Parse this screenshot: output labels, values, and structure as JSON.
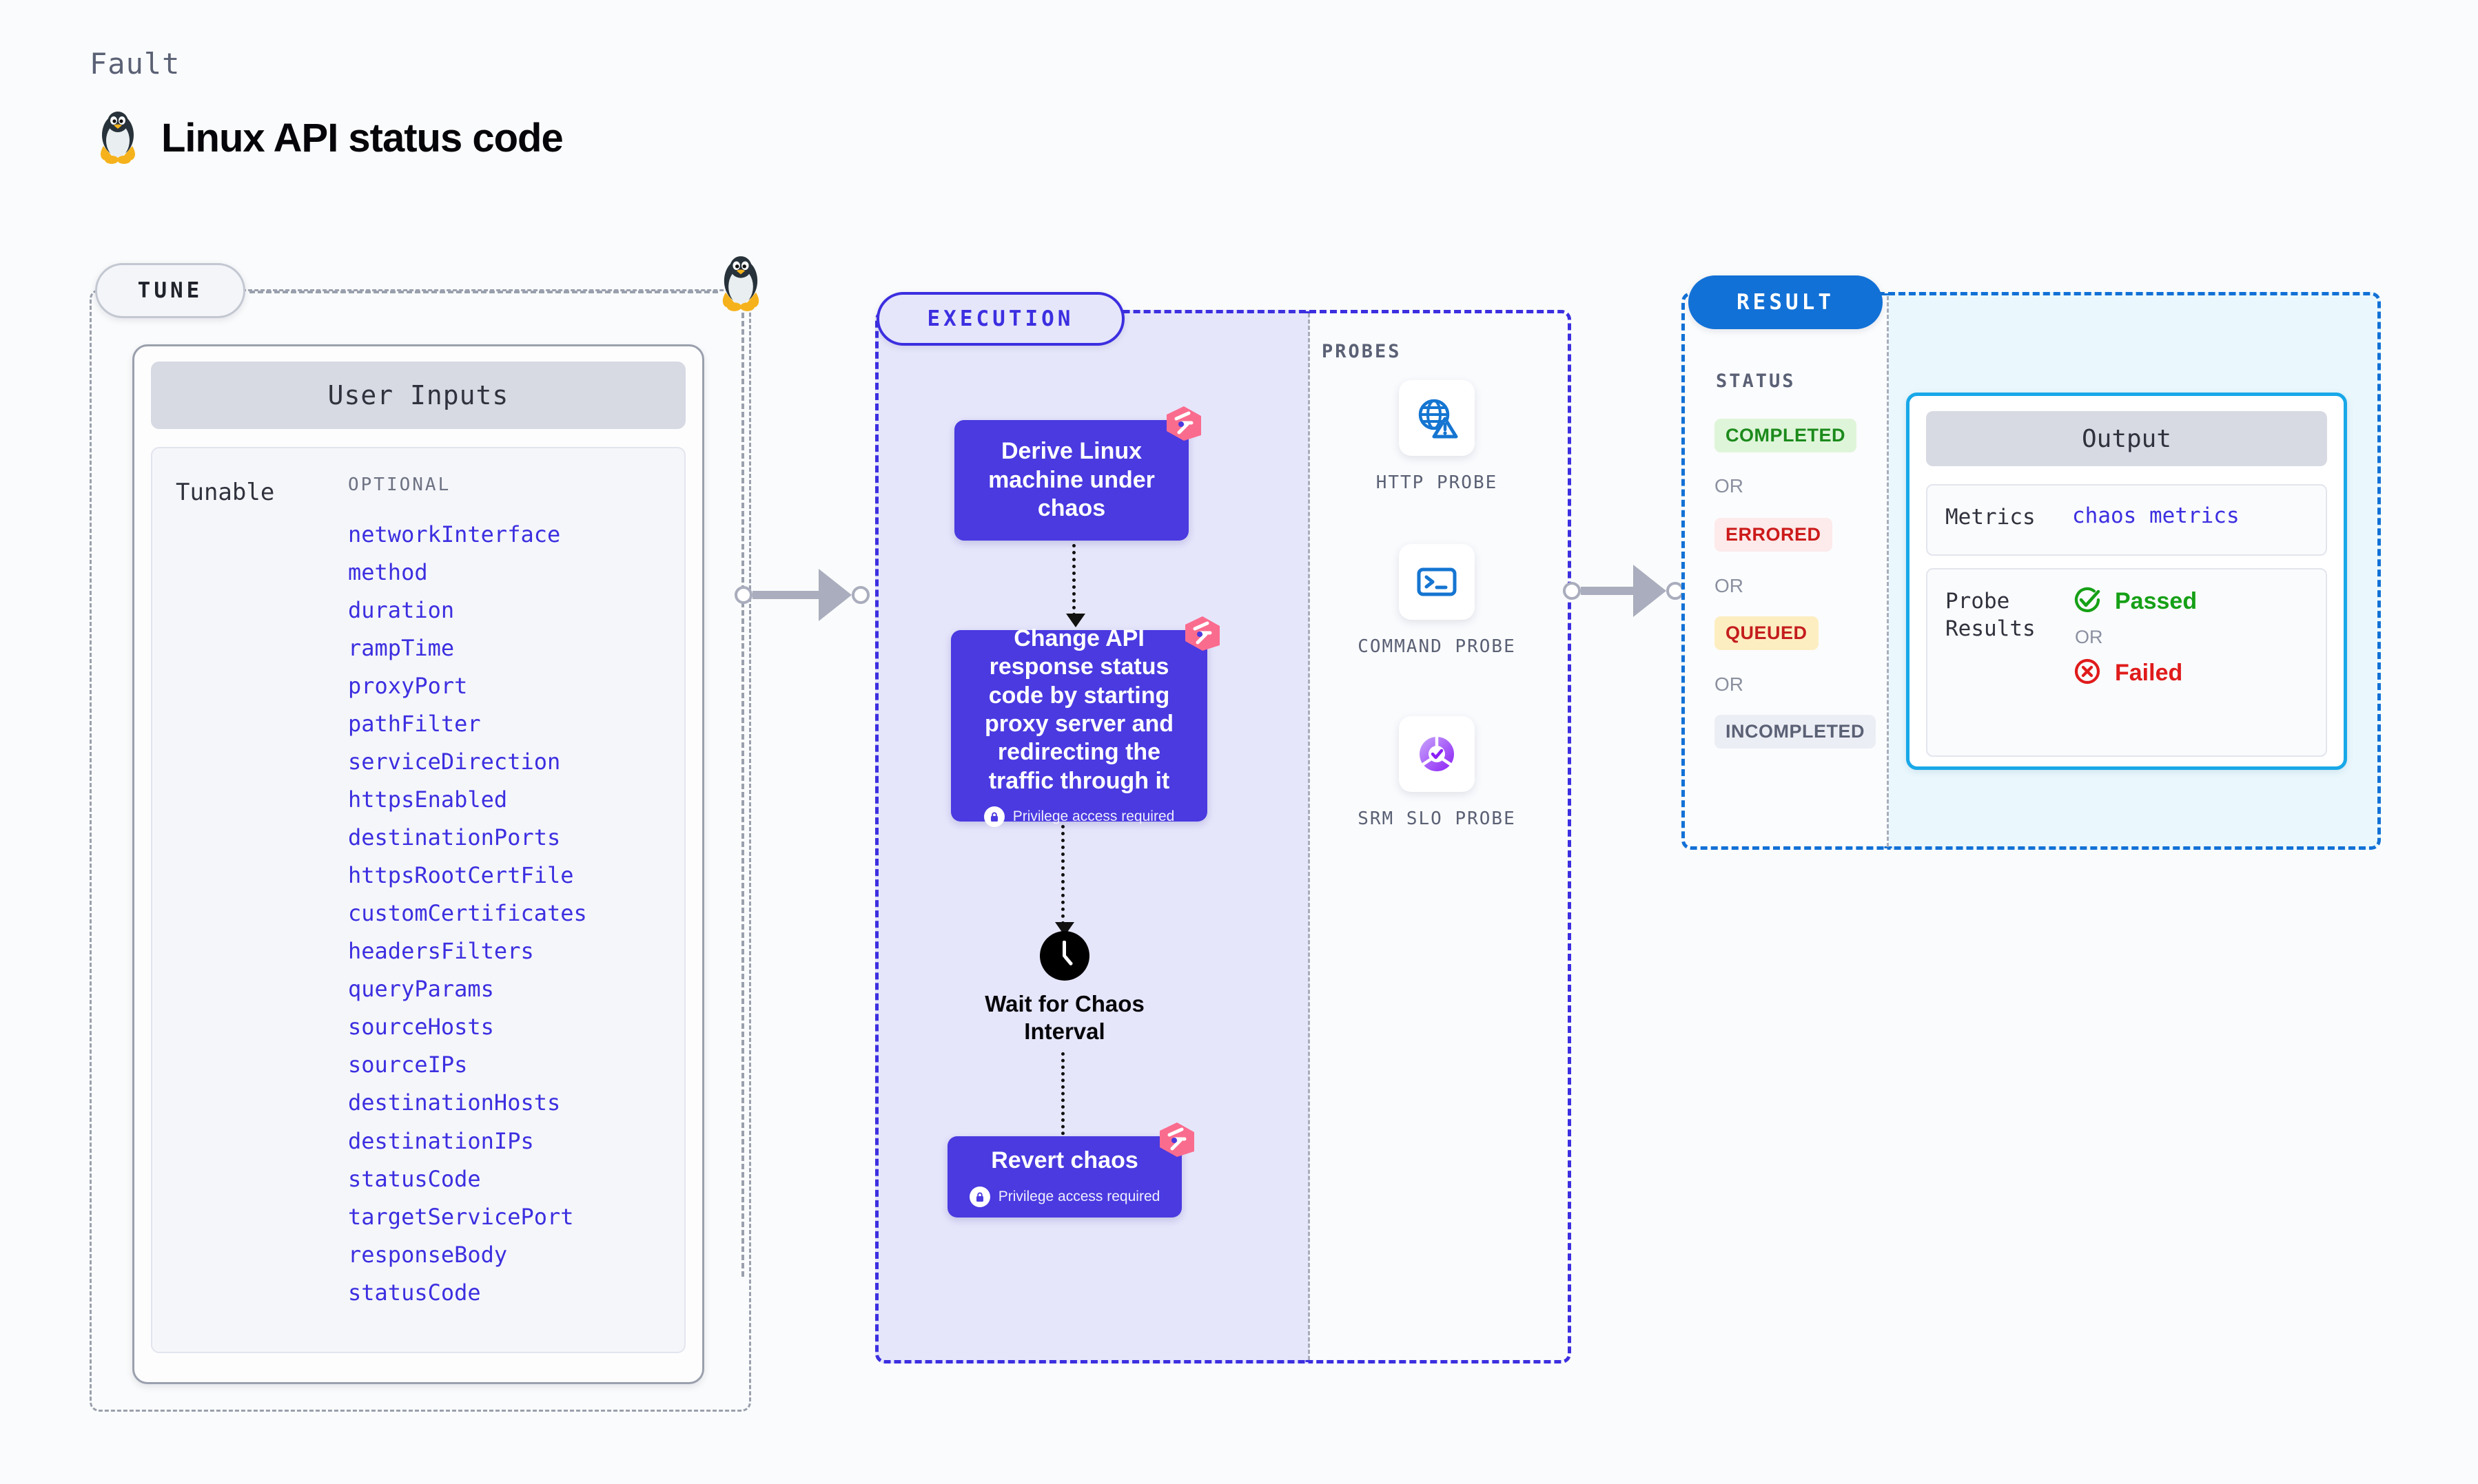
{
  "header": {
    "kicker": "Fault",
    "title": "Linux API status code",
    "icon": "linux-penguin-icon"
  },
  "tune": {
    "pill_label": "TUNE",
    "card_title": "User Inputs",
    "tunable_label": "Tunable",
    "optional_label": "OPTIONAL",
    "items": [
      "networkInterface",
      "method",
      "duration",
      "rampTime",
      "proxyPort",
      "pathFilter",
      "serviceDirection",
      "httpsEnabled",
      "destinationPorts",
      "httpsRootCertFile",
      "customCertificates",
      "headersFilters",
      "queryParams",
      "sourceHosts",
      "sourceIPs",
      "destinationHosts",
      "destinationIPs",
      "statusCode",
      "targetServicePort",
      "responseBody",
      "statusCode"
    ]
  },
  "execution": {
    "pill_label": "EXECUTION",
    "nodes": [
      {
        "text": "Derive Linux machine under chaos",
        "privilege": null
      },
      {
        "text": "Change API response status code by starting proxy server and redirecting the traffic through it",
        "privilege": "Privilege access required"
      }
    ],
    "wait_label": "Wait for Chaos Interval",
    "revert": {
      "text": "Revert chaos",
      "privilege": "Privilege access required"
    }
  },
  "probes": {
    "section_label": "PROBES",
    "items": [
      {
        "name": "HTTP PROBE",
        "icon": "globe-warning-icon"
      },
      {
        "name": "COMMAND PROBE",
        "icon": "terminal-icon"
      },
      {
        "name": "SRM SLO PROBE",
        "icon": "slo-check-icon"
      }
    ]
  },
  "result": {
    "pill_label": "RESULT",
    "status_label": "STATUS",
    "or_label": "OR",
    "statuses": [
      {
        "label": "COMPLETED",
        "bg": "#dff5da",
        "fg": "#1b8a1b"
      },
      {
        "label": "ERRORED",
        "bg": "#fdeaea",
        "fg": "#cc1a1a"
      },
      {
        "label": "QUEUED",
        "bg": "#fdeec2",
        "fg": "#c41d1d"
      },
      {
        "label": "INCOMPLETED",
        "bg": "#eceef5",
        "fg": "#5b6175"
      }
    ]
  },
  "output": {
    "card_title": "Output",
    "metrics_key": "Metrics",
    "metrics_value": "chaos metrics",
    "probe_results_key": "Probe Results",
    "passed_label": "Passed",
    "or_label": "OR",
    "failed_label": "Failed"
  },
  "colors": {
    "accent_purple": "#3c2fe0",
    "node_purple": "#4a3ae0",
    "result_blue": "#1271d6",
    "output_cyan": "#18a8e8",
    "litmus_pink": "#fa6c8e",
    "pass_green": "#16a016",
    "fail_red": "#e01b1b"
  }
}
